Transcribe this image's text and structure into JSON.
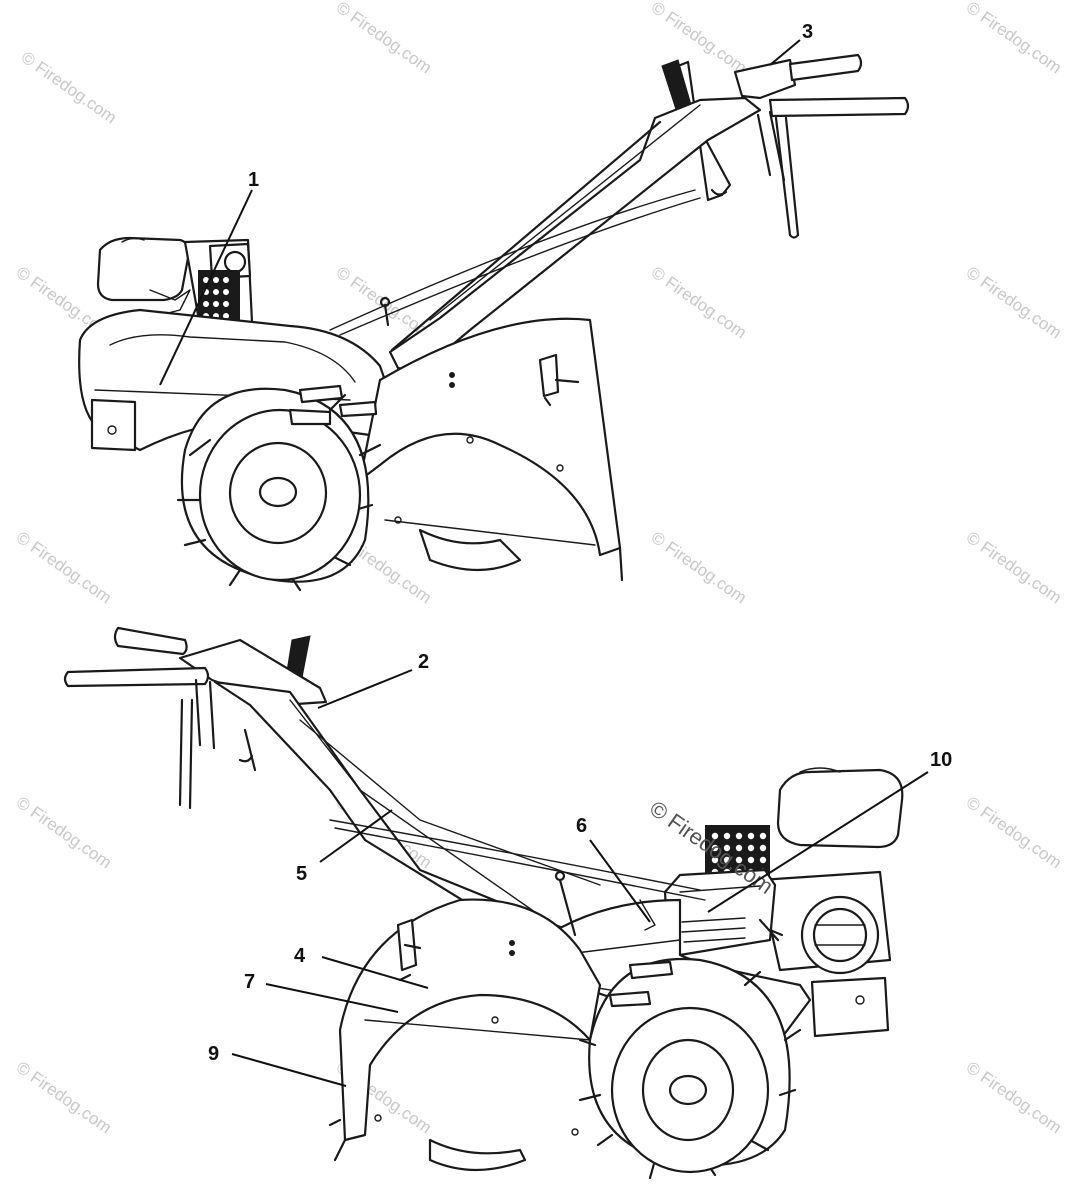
{
  "watermark": {
    "text": "© Firedog.com"
  },
  "top_view": {
    "callouts": [
      {
        "id": "1",
        "label": "1"
      },
      {
        "id": "3",
        "label": "3"
      }
    ]
  },
  "bottom_view": {
    "callouts": [
      {
        "id": "2",
        "label": "2"
      },
      {
        "id": "5",
        "label": "5"
      },
      {
        "id": "6",
        "label": "6"
      },
      {
        "id": "10",
        "label": "10"
      },
      {
        "id": "4",
        "label": "4"
      },
      {
        "id": "7",
        "label": "7"
      },
      {
        "id": "9",
        "label": "9"
      }
    ]
  }
}
